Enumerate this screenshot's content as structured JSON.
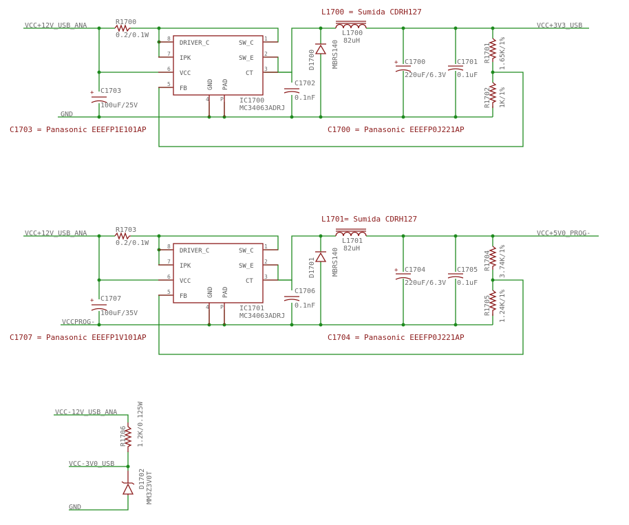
{
  "circuit1": {
    "net_in": "VCC+12V_USB_ANA",
    "net_out": "VCC+3V3_USB",
    "net_gnd": "GND",
    "inductor_note": "L1700 = Sumida CDRH127",
    "inductor_ref": "L1700",
    "inductor_val": "82uH",
    "diode_ref": "D1700",
    "diode_val": "MBRS140",
    "rsense_ref": "R1700",
    "rsense_val": "0.2/0.1W",
    "ic_ref": "IC1700",
    "ic_val": "MC34063ADRJ",
    "cin_ref": "C1703",
    "cin_val": "100uF/25V",
    "ct_ref": "C1702",
    "ct_val": "0.1nF",
    "cout1_ref": "C1700",
    "cout1_val": "220uF/6.3V",
    "cout2_ref": "C1701",
    "cout2_val": "0.1uF",
    "rtop_ref": "R1701",
    "rtop_val": "1.65K/1%",
    "rbot_ref": "R1702",
    "rbot_val": "1K/1%",
    "note_cin": "C1703 = Panasonic EEEFP1E101AP",
    "note_cout": "C1700 = Panasonic EEEFP0J221AP"
  },
  "circuit2": {
    "net_in": "VCC+12V_USB_ANA",
    "net_out": "VCC+5V0_PROG-",
    "net_gnd": "VCCPROG-",
    "inductor_note": "L1701= Sumida CDRH127",
    "inductor_ref": "L1701",
    "inductor_val": "82uH",
    "diode_ref": "D1701",
    "diode_val": "MBRS140",
    "rsense_ref": "R1703",
    "rsense_val": "0.2/0.1W",
    "ic_ref": "IC1701",
    "ic_val": "MC34063ADRJ",
    "cin_ref": "C1707",
    "cin_val": "100uF/35V",
    "ct_ref": "C1706",
    "ct_val": "0.1nF",
    "cout1_ref": "C1704",
    "cout1_val": "220uF/6.3V",
    "cout2_ref": "C1705",
    "cout2_val": "0.1uF",
    "rtop_ref": "R1704",
    "rtop_val": "3.74K/1%",
    "rbot_ref": "R1705",
    "rbot_val": "1.24K/1%",
    "note_cin": "C1707 = Panasonic EEEFP1V101AP",
    "note_cout": "C1704 = Panasonic EEEFP0J221AP"
  },
  "ic_pins": {
    "driver_c": "DRIVER_C",
    "ipk": "IPK",
    "vcc": "VCC",
    "fb": "FB",
    "sw_c": "SW_C",
    "sw_e": "SW_E",
    "ct": "CT",
    "gnd": "GND",
    "pad": "PAD",
    "n8": "8",
    "n7": "7",
    "n6": "6",
    "n5": "5",
    "n1": "1",
    "n2": "2",
    "n3": "3",
    "n4": "4",
    "np": "P"
  },
  "circuit3": {
    "net_in": "VCC-12V_USB_ANA",
    "net_mid": "VCC-3V0_USB",
    "net_gnd": "GND",
    "res_ref": "R1706",
    "res_val": "1.2K/0.125W",
    "zener_ref": "D1702",
    "zener_val": "MM3Z3V0T"
  }
}
